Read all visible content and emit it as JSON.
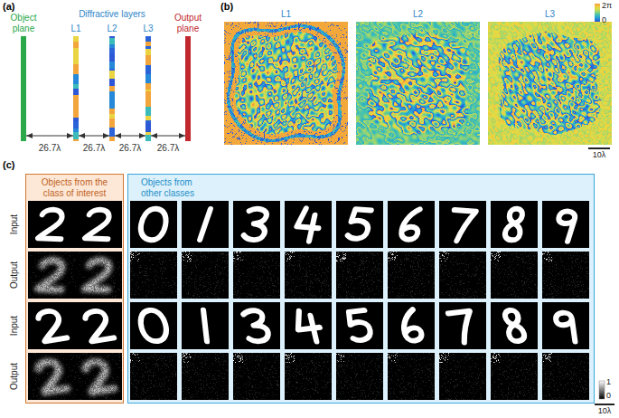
{
  "diagram": {
    "nodes": [
      {
        "text": [
          "Object plane"
        ]
      },
      {
        "text": [
          "L1"
        ]
      },
      {
        "text": [
          "L2"
        ]
      },
      {
        "text": [
          "L3"
        ]
      },
      {
        "text": [
          "Output plane"
        ]
      },
      {
        "text": [
          "L1"
        ]
      },
      {
        "text": [
          "L2"
        ]
      },
      {
        "text": [
          "L3"
        ]
      },
      {
        "text": [
          "Objects from the class of interest"
        ]
      },
      {
        "text": [
          "Objects from other classes"
        ]
      }
    ],
    "edges": [
      {
        "from": 0,
        "to": 1,
        "arrow": "both",
        "label": "26.7λ"
      },
      {
        "from": 1,
        "to": 2,
        "arrow": "both",
        "label": "26.7λ"
      },
      {
        "from": 2,
        "to": 3,
        "arrow": "both",
        "label": "26.7λ"
      },
      {
        "from": 3,
        "to": 4,
        "arrow": "both",
        "label": "26.7λ"
      }
    ],
    "labels": [
      "(a)",
      "Diffractive layers",
      "(b)",
      "2π",
      "0",
      "10λ",
      "(c)",
      "Input",
      "Output",
      "Input",
      "Output",
      "1",
      "0",
      "10λ"
    ]
  }
}
